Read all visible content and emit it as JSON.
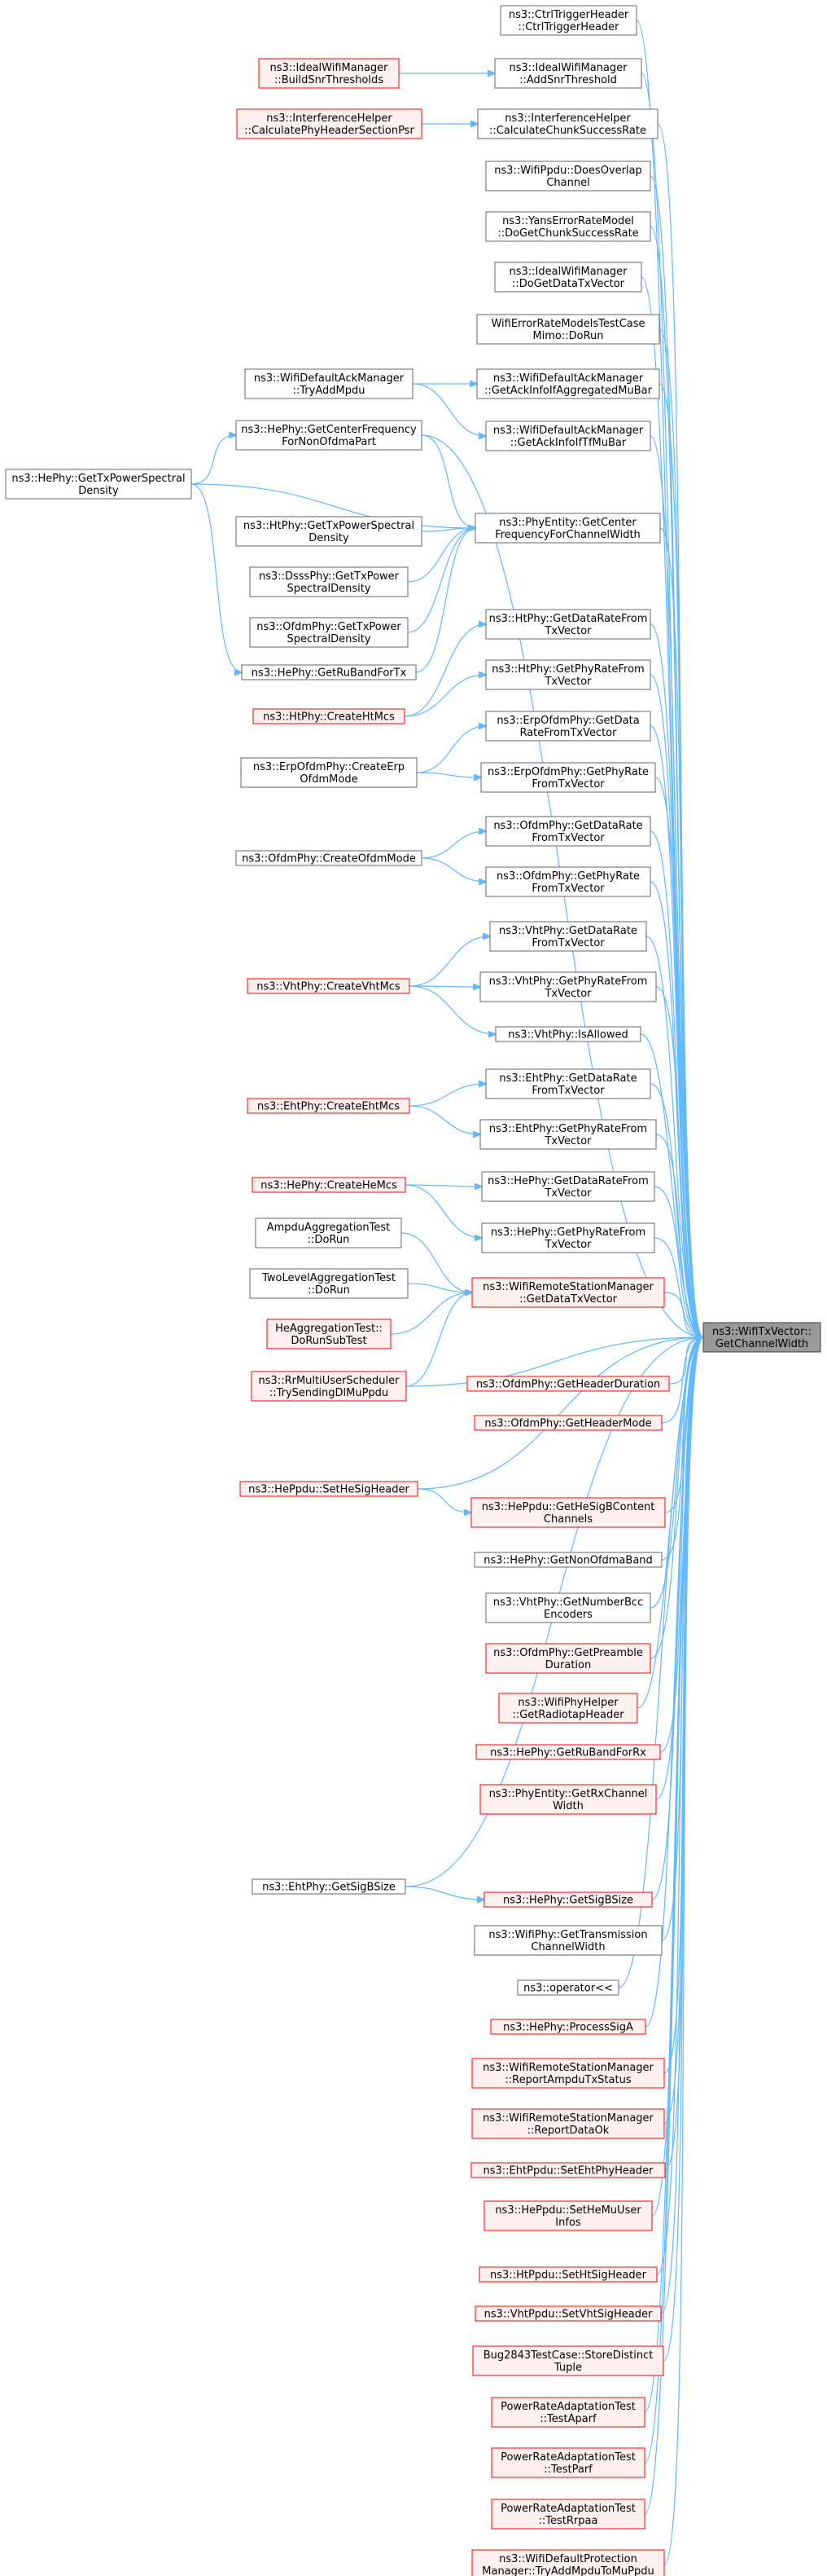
{
  "colors": {
    "edge": "#63b8ff",
    "node_border": "#666666",
    "node_fill": "#ffffff",
    "undocumented_border": "#ff0000",
    "undocumented_fill": "#fff0f0",
    "target_border": "#404040",
    "target_fill": "#999999"
  },
  "nodes": [
    {
      "id": "n1",
      "lines": [
        "ns3::CtrlTriggerHeader",
        "::CtrlTriggerHeader"
      ],
      "style": "normal"
    },
    {
      "id": "n2",
      "lines": [
        "ns3::IdealWifiManager",
        "::AddSnrThreshold"
      ],
      "style": "normal"
    },
    {
      "id": "n3",
      "lines": [
        "ns3::IdealWifiManager",
        "::BuildSnrThresholds"
      ],
      "style": "undocumented"
    },
    {
      "id": "n4",
      "lines": [
        "ns3::InterferenceHelper",
        "::CalculateChunkSuccessRate"
      ],
      "style": "normal"
    },
    {
      "id": "n5",
      "lines": [
        "ns3::InterferenceHelper",
        "::CalculatePhyHeaderSectionPsr"
      ],
      "style": "undocumented"
    },
    {
      "id": "n6",
      "lines": [
        "ns3::WifiPpdu::DoesOverlap",
        "Channel"
      ],
      "style": "normal"
    },
    {
      "id": "n7",
      "lines": [
        "ns3::YansErrorRateModel",
        "::DoGetChunkSuccessRate"
      ],
      "style": "normal"
    },
    {
      "id": "n8",
      "lines": [
        "ns3::IdealWifiManager",
        "::DoGetDataTxVector"
      ],
      "style": "normal"
    },
    {
      "id": "n9",
      "lines": [
        "WifiErrorRateModelsTestCase",
        "Mimo::DoRun"
      ],
      "style": "normal"
    },
    {
      "id": "n10",
      "lines": [
        "ns3::WifiDefaultAckManager",
        "::TryAddMpdu"
      ],
      "style": "normal"
    },
    {
      "id": "n11",
      "lines": [
        "ns3::WifiDefaultAckManager",
        "::GetAckInfoIfAggregatedMuBar"
      ],
      "style": "normal"
    },
    {
      "id": "n12",
      "lines": [
        "ns3::WifiDefaultAckManager",
        "::GetAckInfoIfTfMuBar"
      ],
      "style": "normal"
    },
    {
      "id": "n13",
      "lines": [
        "ns3::HePhy::GetCenterFrequency",
        "ForNonOfdmaPart"
      ],
      "style": "normal"
    },
    {
      "id": "n14",
      "lines": [
        "ns3::HePhy::GetTxPowerSpectral",
        "Density"
      ],
      "style": "normal"
    },
    {
      "id": "n15",
      "lines": [
        "ns3::PhyEntity::GetCenter",
        "FrequencyForChannelWidth"
      ],
      "style": "normal"
    },
    {
      "id": "n16",
      "lines": [
        "ns3::HtPhy::GetTxPowerSpectral",
        "Density"
      ],
      "style": "normal"
    },
    {
      "id": "n17",
      "lines": [
        "ns3::DsssPhy::GetTxPower",
        "SpectralDensity"
      ],
      "style": "normal"
    },
    {
      "id": "n18",
      "lines": [
        "ns3::OfdmPhy::GetTxPower",
        "SpectralDensity"
      ],
      "style": "normal"
    },
    {
      "id": "n19",
      "lines": [
        "ns3::HePhy::GetRuBandForTx"
      ],
      "style": "normal"
    },
    {
      "id": "n20",
      "lines": [
        "ns3::HtPhy::GetDataRateFrom",
        "TxVector"
      ],
      "style": "normal"
    },
    {
      "id": "n21",
      "lines": [
        "ns3::HtPhy::GetPhyRateFrom",
        "TxVector"
      ],
      "style": "normal"
    },
    {
      "id": "n22",
      "lines": [
        "ns3::HtPhy::CreateHtMcs"
      ],
      "style": "undocumented"
    },
    {
      "id": "n23",
      "lines": [
        "ns3::ErpOfdmPhy::GetData",
        "RateFromTxVector"
      ],
      "style": "normal"
    },
    {
      "id": "n24",
      "lines": [
        "ns3::ErpOfdmPhy::CreateErp",
        "OfdmMode"
      ],
      "style": "normal"
    },
    {
      "id": "n25",
      "lines": [
        "ns3::ErpOfdmPhy::GetPhyRate",
        "FromTxVector"
      ],
      "style": "normal"
    },
    {
      "id": "n26",
      "lines": [
        "ns3::OfdmPhy::GetDataRate",
        "FromTxVector"
      ],
      "style": "normal"
    },
    {
      "id": "n27",
      "lines": [
        "ns3::OfdmPhy::CreateOfdmMode"
      ],
      "style": "normal"
    },
    {
      "id": "n28",
      "lines": [
        "ns3::OfdmPhy::GetPhyRate",
        "FromTxVector"
      ],
      "style": "normal"
    },
    {
      "id": "n29",
      "lines": [
        "ns3::VhtPhy::GetDataRate",
        "FromTxVector"
      ],
      "style": "normal"
    },
    {
      "id": "n30",
      "lines": [
        "ns3::VhtPhy::CreateVhtMcs"
      ],
      "style": "undocumented"
    },
    {
      "id": "n31",
      "lines": [
        "ns3::VhtPhy::GetPhyRateFrom",
        "TxVector"
      ],
      "style": "normal"
    },
    {
      "id": "n32",
      "lines": [
        "ns3::VhtPhy::IsAllowed"
      ],
      "style": "normal"
    },
    {
      "id": "n33",
      "lines": [
        "ns3::EhtPhy::GetDataRate",
        "FromTxVector"
      ],
      "style": "normal"
    },
    {
      "id": "n34",
      "lines": [
        "ns3::EhtPhy::CreateEhtMcs"
      ],
      "style": "undocumented"
    },
    {
      "id": "n35",
      "lines": [
        "ns3::EhtPhy::GetPhyRateFrom",
        "TxVector"
      ],
      "style": "normal"
    },
    {
      "id": "n36",
      "lines": [
        "ns3::HePhy::CreateHeMcs"
      ],
      "style": "undocumented"
    },
    {
      "id": "n37",
      "lines": [
        "ns3::HePhy::GetDataRateFrom",
        "TxVector"
      ],
      "style": "normal"
    },
    {
      "id": "n38",
      "lines": [
        "AmpduAggregationTest",
        "::DoRun"
      ],
      "style": "normal"
    },
    {
      "id": "n39",
      "lines": [
        "ns3::HePhy::GetPhyRateFrom",
        "TxVector"
      ],
      "style": "normal"
    },
    {
      "id": "n40",
      "lines": [
        "TwoLevelAggregationTest",
        "::DoRun"
      ],
      "style": "normal"
    },
    {
      "id": "n41",
      "lines": [
        "ns3::WifiRemoteStationManager",
        "::GetDataTxVector"
      ],
      "style": "undocumented"
    },
    {
      "id": "n42",
      "lines": [
        "HeAggregationTest::",
        "DoRunSubTest"
      ],
      "style": "undocumented"
    },
    {
      "id": "n43",
      "lines": [
        "ns3::WifiTxVector::",
        "GetChannelWidth"
      ],
      "style": "target"
    },
    {
      "id": "n44",
      "lines": [
        "ns3::RrMultiUserScheduler",
        "::TrySendingDlMuPpdu"
      ],
      "style": "undocumented"
    },
    {
      "id": "n45",
      "lines": [
        "ns3::OfdmPhy::GetHeaderDuration"
      ],
      "style": "undocumented"
    },
    {
      "id": "n46",
      "lines": [
        "ns3::OfdmPhy::GetHeaderMode"
      ],
      "style": "undocumented"
    },
    {
      "id": "n47",
      "lines": [
        "ns3::HePpdu::SetHeSigHeader"
      ],
      "style": "undocumented"
    },
    {
      "id": "n48",
      "lines": [
        "ns3::HePpdu::GetHeSigBContent",
        "Channels"
      ],
      "style": "undocumented"
    },
    {
      "id": "n49",
      "lines": [
        "ns3::HePhy::GetNonOfdmaBand"
      ],
      "style": "normal"
    },
    {
      "id": "n50",
      "lines": [
        "ns3::VhtPhy::GetNumberBcc",
        "Encoders"
      ],
      "style": "normal"
    },
    {
      "id": "n51",
      "lines": [
        "ns3::OfdmPhy::GetPreamble",
        "Duration"
      ],
      "style": "undocumented"
    },
    {
      "id": "n52",
      "lines": [
        "ns3::WifiPhyHelper",
        "::GetRadiotapHeader"
      ],
      "style": "undocumented"
    },
    {
      "id": "n53",
      "lines": [
        "ns3::HePhy::GetRuBandForRx"
      ],
      "style": "undocumented"
    },
    {
      "id": "n54",
      "lines": [
        "ns3::PhyEntity::GetRxChannel",
        "Width"
      ],
      "style": "undocumented"
    },
    {
      "id": "n55",
      "lines": [
        "ns3::EhtPhy::GetSigBSize"
      ],
      "style": "normal"
    },
    {
      "id": "n56",
      "lines": [
        "ns3::HePhy::GetSigBSize"
      ],
      "style": "undocumented"
    },
    {
      "id": "n57",
      "lines": [
        "ns3::WifiPhy::GetTransmission",
        "ChannelWidth"
      ],
      "style": "normal"
    },
    {
      "id": "n58",
      "lines": [
        "ns3::operator<<"
      ],
      "style": "normal"
    },
    {
      "id": "n59",
      "lines": [
        "ns3::HePhy::ProcessSigA"
      ],
      "style": "undocumented"
    },
    {
      "id": "n60",
      "lines": [
        "ns3::WifiRemoteStationManager",
        "::ReportAmpduTxStatus"
      ],
      "style": "undocumented"
    },
    {
      "id": "n61",
      "lines": [
        "ns3::WifiRemoteStationManager",
        "::ReportDataOk"
      ],
      "style": "undocumented"
    },
    {
      "id": "n62",
      "lines": [
        "ns3::EhtPpdu::SetEhtPhyHeader"
      ],
      "style": "undocumented"
    },
    {
      "id": "n63",
      "lines": [
        "ns3::HePpdu::SetHeMuUser",
        "Infos"
      ],
      "style": "undocumented"
    },
    {
      "id": "n64",
      "lines": [
        "ns3::HtPpdu::SetHtSigHeader"
      ],
      "style": "undocumented"
    },
    {
      "id": "n65",
      "lines": [
        "ns3::VhtPpdu::SetVhtSigHeader"
      ],
      "style": "undocumented"
    },
    {
      "id": "n66",
      "lines": [
        "Bug2843TestCase::StoreDistinct",
        "Tuple"
      ],
      "style": "undocumented"
    },
    {
      "id": "n67",
      "lines": [
        "PowerRateAdaptationTest",
        "::TestAparf"
      ],
      "style": "undocumented"
    },
    {
      "id": "n68",
      "lines": [
        "PowerRateAdaptationTest",
        "::TestParf"
      ],
      "style": "undocumented"
    },
    {
      "id": "n69",
      "lines": [
        "PowerRateAdaptationTest",
        "::TestRrpaa"
      ],
      "style": "undocumented"
    },
    {
      "id": "n70",
      "lines": [
        "ns3::WifiDefaultProtection",
        "Manager::TryAddMpduToMuPpdu"
      ],
      "style": "undocumented"
    }
  ],
  "edges": [
    [
      "n1",
      "n43"
    ],
    [
      "n2",
      "n43"
    ],
    [
      "n3",
      "n2"
    ],
    [
      "n4",
      "n43"
    ],
    [
      "n5",
      "n4"
    ],
    [
      "n6",
      "n43"
    ],
    [
      "n7",
      "n43"
    ],
    [
      "n8",
      "n43"
    ],
    [
      "n9",
      "n43"
    ],
    [
      "n10",
      "n11"
    ],
    [
      "n10",
      "n12"
    ],
    [
      "n11",
      "n43"
    ],
    [
      "n12",
      "n43"
    ],
    [
      "n13",
      "n43"
    ],
    [
      "n13",
      "n15"
    ],
    [
      "n14",
      "n13"
    ],
    [
      "n14",
      "n15"
    ],
    [
      "n14",
      "n19"
    ],
    [
      "n15",
      "n43"
    ],
    [
      "n16",
      "n15"
    ],
    [
      "n17",
      "n15"
    ],
    [
      "n18",
      "n15"
    ],
    [
      "n19",
      "n15"
    ],
    [
      "n20",
      "n43"
    ],
    [
      "n21",
      "n43"
    ],
    [
      "n22",
      "n20"
    ],
    [
      "n22",
      "n21"
    ],
    [
      "n23",
      "n43"
    ],
    [
      "n24",
      "n23"
    ],
    [
      "n24",
      "n25"
    ],
    [
      "n25",
      "n43"
    ],
    [
      "n26",
      "n43"
    ],
    [
      "n27",
      "n26"
    ],
    [
      "n27",
      "n28"
    ],
    [
      "n28",
      "n43"
    ],
    [
      "n29",
      "n43"
    ],
    [
      "n30",
      "n29"
    ],
    [
      "n30",
      "n31"
    ],
    [
      "n30",
      "n32"
    ],
    [
      "n31",
      "n43"
    ],
    [
      "n32",
      "n43"
    ],
    [
      "n33",
      "n43"
    ],
    [
      "n34",
      "n33"
    ],
    [
      "n34",
      "n35"
    ],
    [
      "n35",
      "n43"
    ],
    [
      "n36",
      "n37"
    ],
    [
      "n36",
      "n39"
    ],
    [
      "n37",
      "n43"
    ],
    [
      "n38",
      "n41"
    ],
    [
      "n39",
      "n43"
    ],
    [
      "n40",
      "n41"
    ],
    [
      "n41",
      "n43"
    ],
    [
      "n42",
      "n41"
    ],
    [
      "n44",
      "n41"
    ],
    [
      "n44",
      "n43"
    ],
    [
      "n45",
      "n43"
    ],
    [
      "n46",
      "n43"
    ],
    [
      "n47",
      "n43"
    ],
    [
      "n47",
      "n48"
    ],
    [
      "n48",
      "n43"
    ],
    [
      "n49",
      "n43"
    ],
    [
      "n50",
      "n43"
    ],
    [
      "n51",
      "n43"
    ],
    [
      "n52",
      "n43"
    ],
    [
      "n53",
      "n43"
    ],
    [
      "n54",
      "n43"
    ],
    [
      "n55",
      "n43"
    ],
    [
      "n55",
      "n56"
    ],
    [
      "n56",
      "n43"
    ],
    [
      "n57",
      "n43"
    ],
    [
      "n58",
      "n43"
    ],
    [
      "n59",
      "n43"
    ],
    [
      "n60",
      "n43"
    ],
    [
      "n61",
      "n43"
    ],
    [
      "n62",
      "n43"
    ],
    [
      "n63",
      "n43"
    ],
    [
      "n64",
      "n43"
    ],
    [
      "n65",
      "n43"
    ],
    [
      "n66",
      "n43"
    ],
    [
      "n67",
      "n43"
    ],
    [
      "n68",
      "n43"
    ],
    [
      "n69",
      "n43"
    ],
    [
      "n70",
      "n43"
    ]
  ]
}
